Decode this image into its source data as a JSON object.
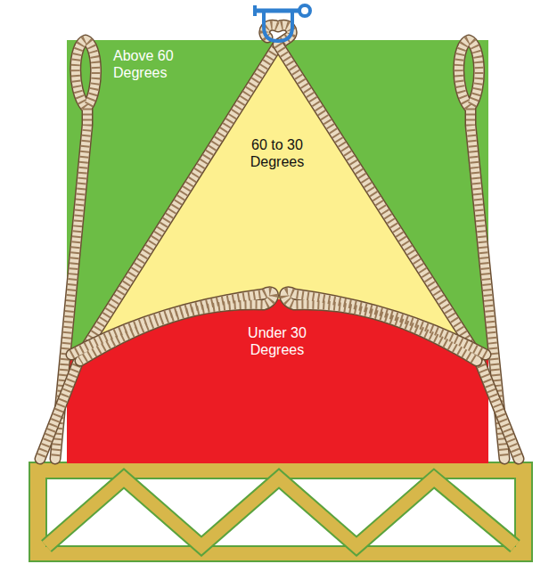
{
  "diagram": {
    "nodes": [
      {
        "text": [
          "Above 60 Degrees"
        ]
      },
      {
        "text": [
          "60 to 30 Degrees"
        ]
      },
      {
        "text": [
          "Under 30 Degrees"
        ]
      }
    ]
  }
}
